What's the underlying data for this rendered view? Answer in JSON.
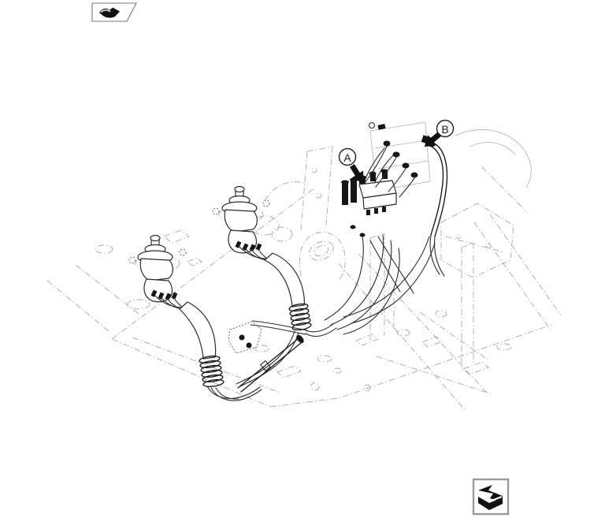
{
  "figure": {
    "callouts": [
      {
        "id": "A",
        "label": "A"
      },
      {
        "id": "B",
        "label": "B"
      }
    ]
  },
  "toolbar": {
    "prev_figure_icon": "previous-figure-arrow",
    "overview_icon": "return-to-overview-arrow"
  },
  "colors": {
    "background": "#ffffff",
    "line_ink": "#2b2b2b",
    "phantom_line": "#a8a8a8",
    "callout_fill": "#161616",
    "icon_border": "#9a9a9a"
  }
}
